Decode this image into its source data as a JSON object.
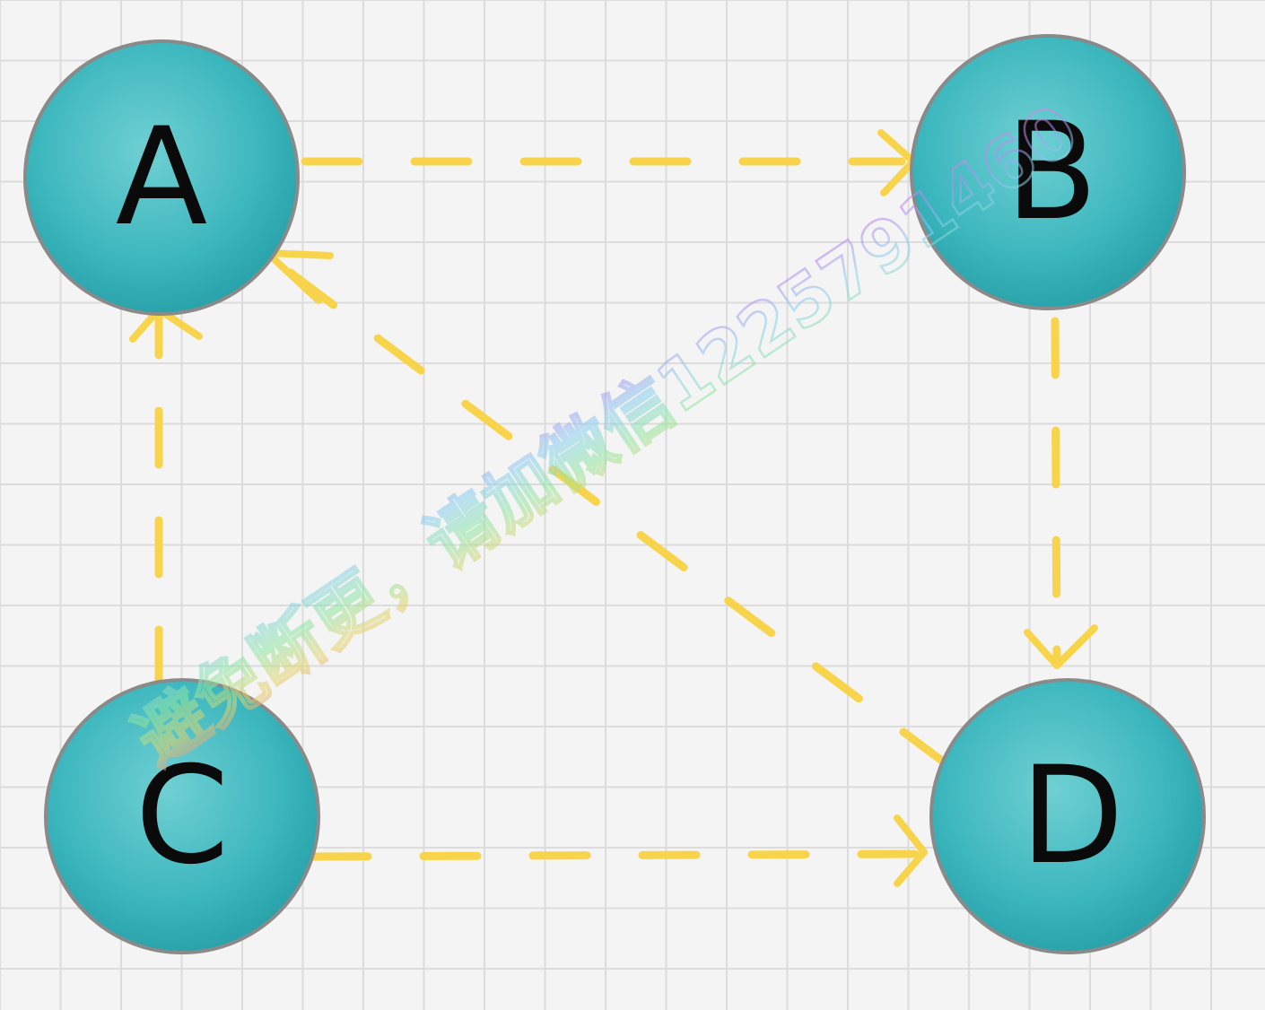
{
  "diagram": {
    "type": "directed-graph",
    "colors": {
      "background": "#f4f4f4",
      "grid": "#dcdcdc",
      "node_fill": "#3bb6bd",
      "node_fill_light": "#6fd0d3",
      "node_stroke": "#8a8a8a",
      "edge": "#f8d44c",
      "label": "#0a0a0a"
    },
    "nodes": [
      {
        "id": "A",
        "label": "A"
      },
      {
        "id": "B",
        "label": "B"
      },
      {
        "id": "C",
        "label": "C"
      },
      {
        "id": "D",
        "label": "D"
      }
    ],
    "edges": [
      {
        "from": "A",
        "to": "B",
        "style": "dashed",
        "arrow": "end"
      },
      {
        "from": "B",
        "to": "D",
        "style": "dashed",
        "arrow": "end"
      },
      {
        "from": "C",
        "to": "A",
        "style": "dashed",
        "arrow": "end"
      },
      {
        "from": "C",
        "to": "D",
        "style": "dashed",
        "arrow": "end"
      },
      {
        "from": "D",
        "to": "A",
        "style": "dashed",
        "arrow": "end"
      }
    ]
  },
  "watermark": {
    "text": "避免断更，请加微信1225791460"
  }
}
